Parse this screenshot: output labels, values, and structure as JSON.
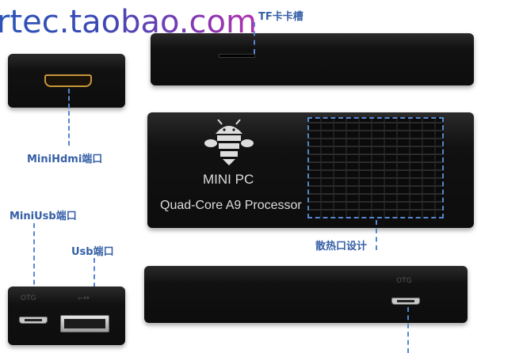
{
  "watermark": "rtec.taobao.com",
  "labels": {
    "tf_slot": "TF卡卡槽",
    "mini_hdmi": "MiniHdmi端口",
    "mini_usb": "MiniUsb端口",
    "usb": "Usb端口",
    "vent": "散热口设计"
  },
  "device_front": {
    "model": "MINI PC",
    "processor": "Quad-Core A9 Processor"
  },
  "marks": {
    "otg": "OTG",
    "usb_symbol": "⟜↔"
  },
  "colors": {
    "label": "#355fa6",
    "dash": "#5586cf",
    "watermark_start": "#2a55b8",
    "watermark_end": "#b22fb0"
  }
}
